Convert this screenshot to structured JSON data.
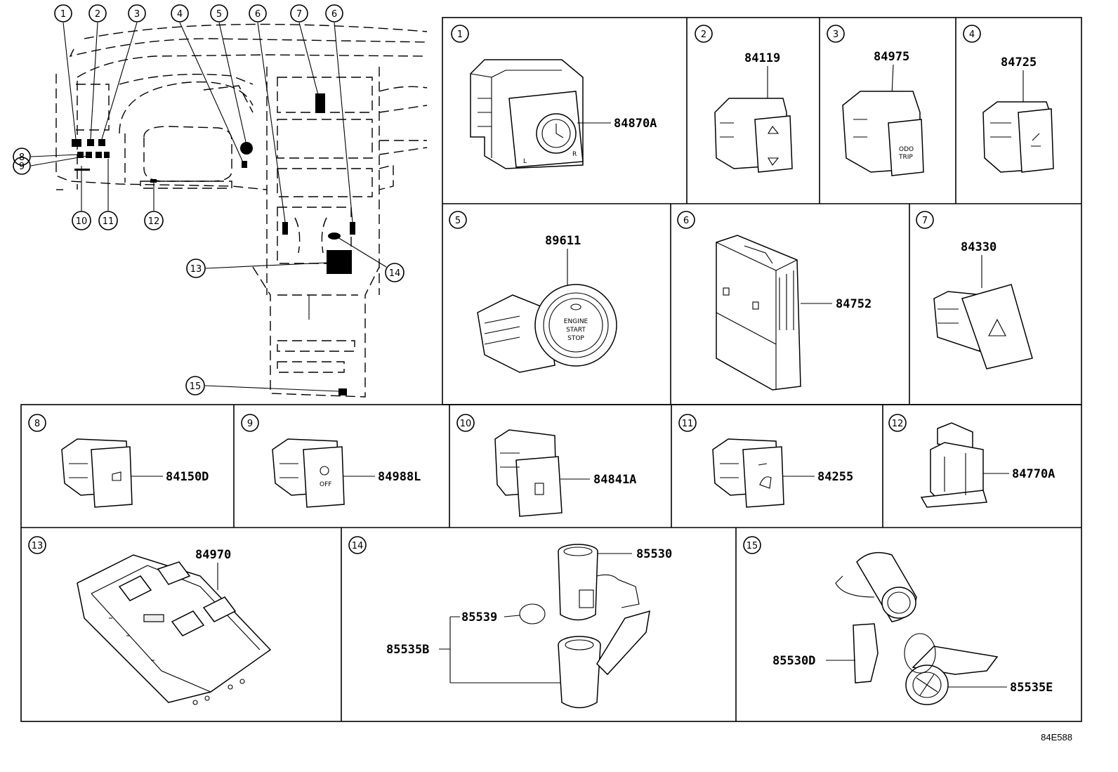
{
  "overview": {
    "callouts": [
      "1",
      "2",
      "3",
      "4",
      "5",
      "6",
      "7",
      "6",
      "8",
      "9",
      "10",
      "11",
      "12",
      "13",
      "14",
      "15"
    ]
  },
  "cells": [
    {
      "num": "1",
      "part": "84870A"
    },
    {
      "num": "2",
      "part": "84119"
    },
    {
      "num": "3",
      "part": "84975"
    },
    {
      "num": "4",
      "part": "84725"
    },
    {
      "num": "5",
      "part": "89611"
    },
    {
      "num": "6",
      "part": "84752"
    },
    {
      "num": "7",
      "part": "84330"
    },
    {
      "num": "8",
      "part": "84150D"
    },
    {
      "num": "9",
      "part": "84988L"
    },
    {
      "num": "10",
      "part": "84841A"
    },
    {
      "num": "11",
      "part": "84255"
    },
    {
      "num": "12",
      "part": "84770A"
    },
    {
      "num": "13",
      "part": "84970"
    },
    {
      "num": "14",
      "parts": [
        "85530",
        "85539",
        "85535B"
      ]
    },
    {
      "num": "15",
      "parts": [
        "85530D",
        "85535E"
      ]
    }
  ],
  "part_texts": {
    "engine_button": [
      "ENGINE",
      "START",
      "STOP"
    ],
    "odo_button": [
      "ODO",
      "TRIP"
    ],
    "off_label": "OFF"
  },
  "figure_ref": "84E588"
}
